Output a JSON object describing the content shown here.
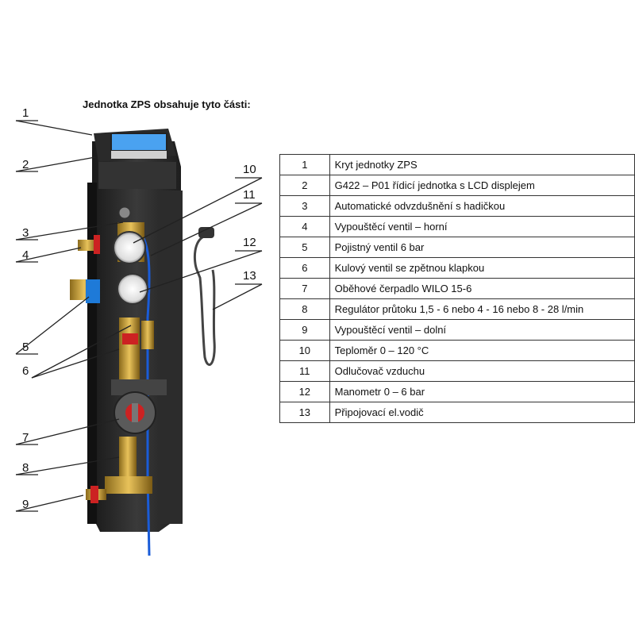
{
  "title": "Jednotka ZPS obsahuje tyto části:",
  "callouts": [
    "1",
    "2",
    "3",
    "4",
    "5",
    "6",
    "7",
    "8",
    "9",
    "10",
    "11",
    "12",
    "13"
  ],
  "parts": [
    {
      "num": "1",
      "label": "Kryt jednotky ZPS"
    },
    {
      "num": "2",
      "label": "G422 – P01 řídicí jednotka s LCD displejem"
    },
    {
      "num": "3",
      "label": "Automatické odvzdušnění s hadičkou"
    },
    {
      "num": "4",
      "label": "Vypouštěcí ventil – horní"
    },
    {
      "num": "5",
      "label": "Pojistný ventil 6 bar"
    },
    {
      "num": "6",
      "label": "Kulový ventil se zpětnou klapkou"
    },
    {
      "num": "7",
      "label": "Oběhové čerpadlo WILO 15-6"
    },
    {
      "num": "8",
      "label": "Regulátor průtoku 1,5 - 6 nebo 4 - 16 nebo 8 - 28 l/min"
    },
    {
      "num": "9",
      "label": "Vypouštěcí ventil – dolní"
    },
    {
      "num": "10",
      "label": "Teploměr 0 – 120 °C"
    },
    {
      "num": "11",
      "label": "Odlučovač vzduchu"
    },
    {
      "num": "12",
      "label": "Manometr 0 – 6 bar"
    },
    {
      "num": "13",
      "label": "Připojovací el.vodič"
    }
  ]
}
